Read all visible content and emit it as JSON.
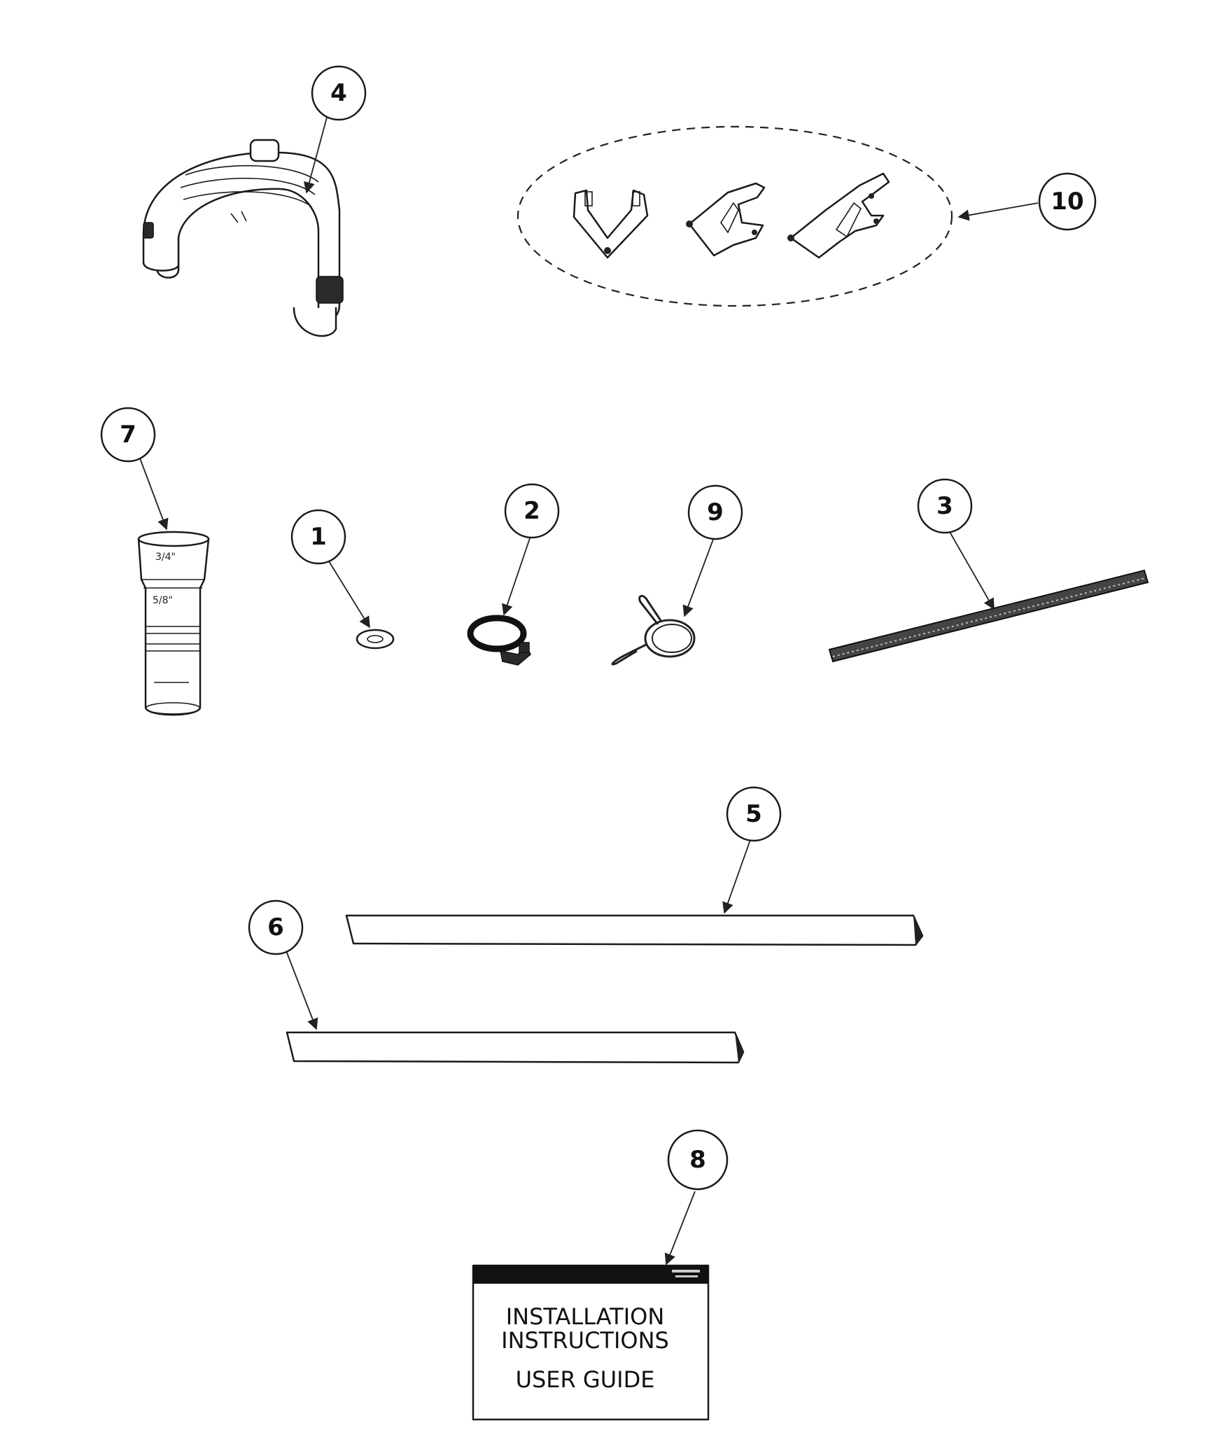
{
  "callouts": {
    "c1": "1",
    "c2": "2",
    "c3": "3",
    "c4": "4",
    "c5": "5",
    "c6": "6",
    "c7": "7",
    "c8": "8",
    "c9": "9",
    "c10": "10"
  },
  "manual": {
    "line1": "INSTALLATION",
    "line2": "INSTRUCTIONS",
    "line3": "USER GUIDE"
  },
  "colors": {
    "line": "#1a1a1a",
    "background": "#ffffff"
  }
}
